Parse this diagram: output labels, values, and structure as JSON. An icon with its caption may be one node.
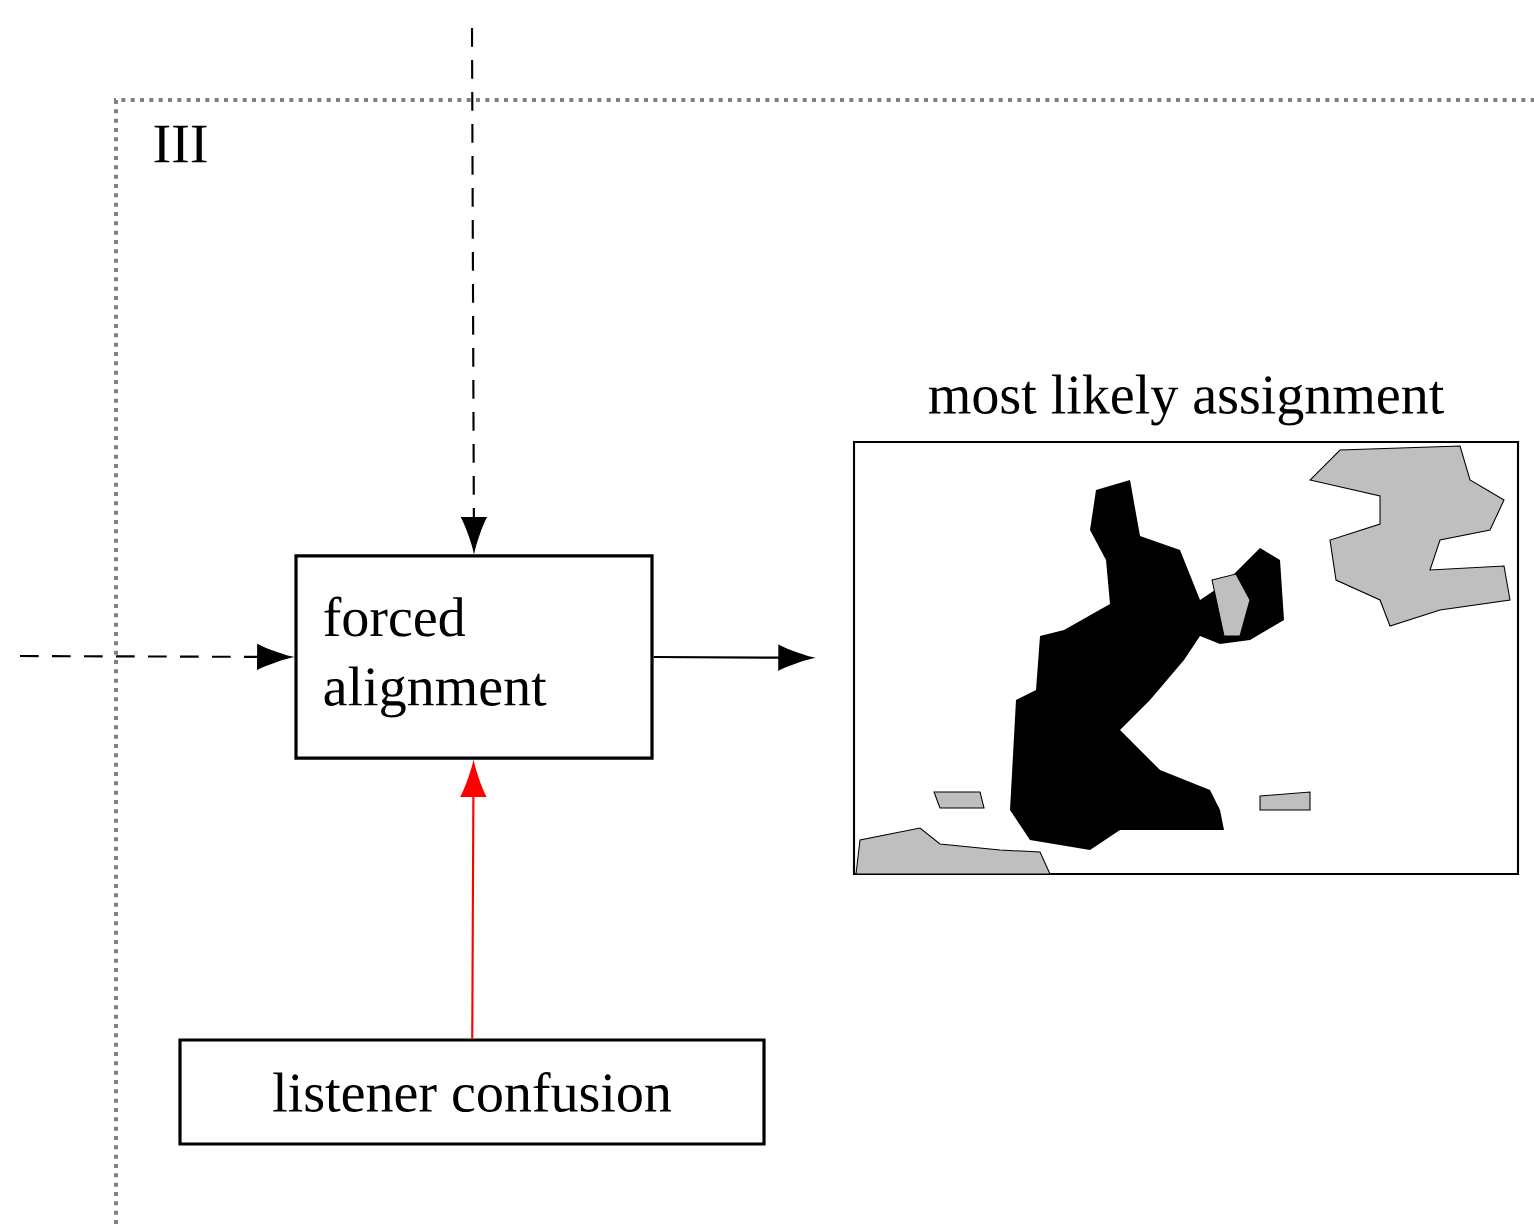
{
  "diagram": {
    "nodes": [
      {
        "text": [
          "forced alignment"
        ]
      },
      {
        "text": [
          "most likely assignment"
        ]
      },
      {
        "text": [
          "listener confusion"
        ]
      }
    ],
    "edges": [
      {
        "from": null,
        "to": 0,
        "arrow": "to",
        "style": "dashed"
      },
      {
        "from": null,
        "to": 0,
        "arrow": "to",
        "style": "dashed"
      },
      {
        "from": 0,
        "to": 1,
        "arrow": "to"
      },
      {
        "from": 2,
        "to": 0,
        "arrow": "to",
        "color": "#ff0000"
      }
    ],
    "labels": [
      "III"
    ]
  }
}
